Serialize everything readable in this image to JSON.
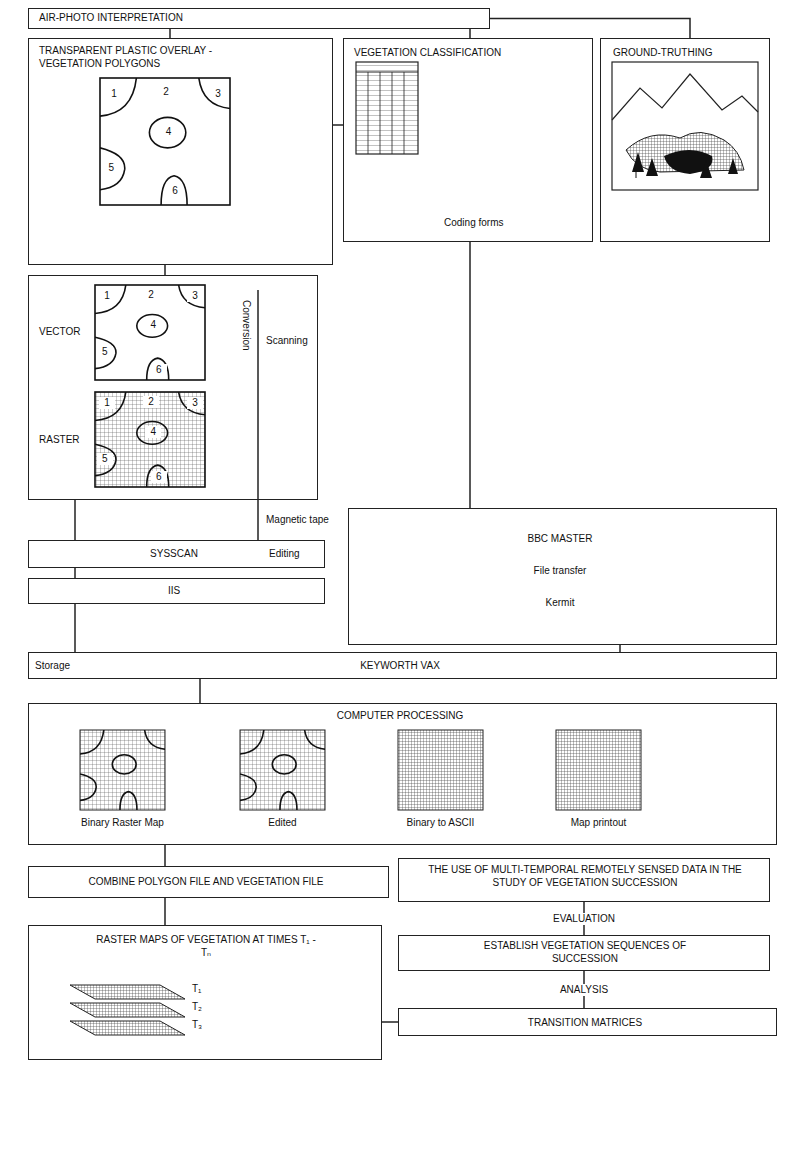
{
  "diagram": {
    "nodes": [
      {
        "text": [
          "AIR-PHOTO INTERPRETATION"
        ]
      },
      {
        "text": [
          "TRANSPARENT PLASTIC OVERLAY -VEGETATION POLYGONS"
        ]
      },
      {
        "text": [
          "VEGETATION CLASSIFICATION",
          "Coding forms"
        ]
      },
      {
        "text": [
          "GROUND-TRUTHING"
        ]
      },
      {
        "text": [
          "VECTOR",
          "RASTER"
        ]
      },
      {
        "text": [
          "SYSSCAN",
          "Editing"
        ]
      },
      {
        "text": [
          "IIS"
        ]
      },
      {
        "text": [
          "BBC MASTER",
          "File transfer",
          "Kermit"
        ]
      },
      {
        "text": [
          "Storage",
          "KEYWORTH VAX"
        ]
      },
      {
        "text": [
          "COMPUTER PROCESSING"
        ]
      },
      {
        "text": [
          "COMBINE POLYGON FILE AND VEGETATION FILE"
        ]
      },
      {
        "text": [
          "THE USE OF MULTI-TEMPORAL REMOTELY SENSED DATA IN THE STUDY OF VEGETATION SUCCESSION"
        ]
      },
      {
        "text": [
          "ESTABLISH VEGETATION SEQUENCES OF SUCCESSION"
        ]
      },
      {
        "text": [
          "RASTER MAPS OF VEGETATION AT TIMES T₁ - Tₙ"
        ]
      },
      {
        "text": [
          "TRANSITION MATRICES"
        ]
      }
    ],
    "edges": [
      {
        "from": 0,
        "to": 1,
        "arrow": "none"
      },
      {
        "from": 0,
        "to": 2,
        "arrow": "none"
      },
      {
        "from": 0,
        "to": 3,
        "arrow": "none"
      },
      {
        "from": 1,
        "to": 2,
        "arrow": "none"
      },
      {
        "from": 1,
        "to": 4,
        "arrow": "none"
      },
      {
        "from": 4,
        "to": 5,
        "arrow": "none"
      },
      {
        "from": 4,
        "to": 5,
        "label": "Magnetic tape",
        "arrow": "none"
      },
      {
        "from": 5,
        "to": 6,
        "arrow": "none"
      },
      {
        "from": 6,
        "to": 8,
        "arrow": "none"
      },
      {
        "from": 2,
        "to": 7,
        "arrow": "none"
      },
      {
        "from": 7,
        "to": 8,
        "arrow": "none"
      },
      {
        "from": 8,
        "to": 9,
        "arrow": "none"
      },
      {
        "from": 9,
        "to": 10,
        "arrow": "none"
      },
      {
        "from": 10,
        "to": 13,
        "arrow": "none"
      },
      {
        "from": 11,
        "to": 12,
        "label": "EVALUATION",
        "arrow": "none"
      },
      {
        "from": 12,
        "to": 14,
        "label": "ANALYSIS",
        "arrow": "none"
      },
      {
        "from": 13,
        "to": 14,
        "arrow": "none"
      }
    ],
    "labels": [
      "1",
      "2",
      "3",
      "4",
      "5",
      "6",
      "1",
      "2",
      "3",
      "4",
      "5",
      "6",
      "1",
      "2",
      "3",
      "4",
      "5",
      "6",
      "Conversion",
      "Scanning",
      "Binary Raster Map",
      "Edited",
      "Binary to ASCII",
      "Map printout",
      "T₁",
      "T₂",
      "T₃"
    ]
  }
}
